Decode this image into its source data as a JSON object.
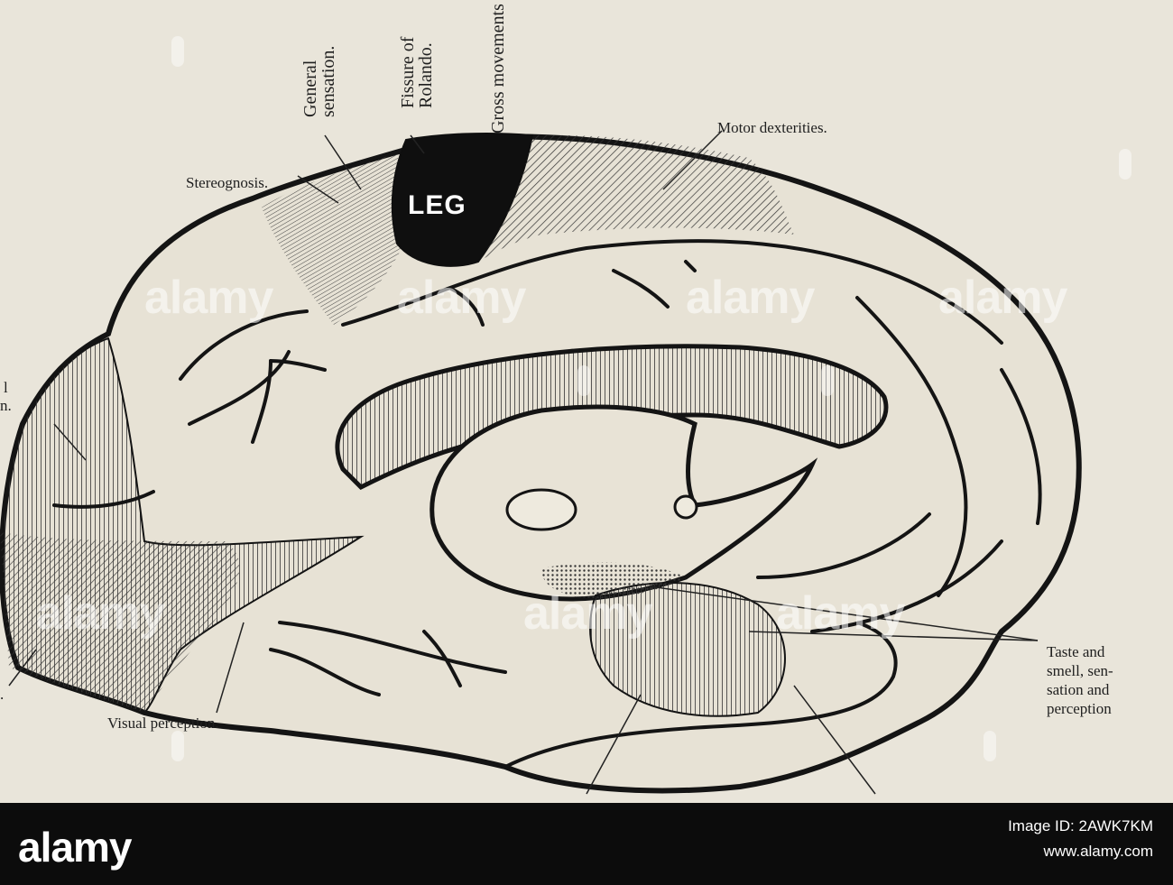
{
  "labels": {
    "general_sensation": "General sensation.",
    "fissure_of_rolando": "Fissure of Rolando.",
    "gross_movements": "Gross movements",
    "motor_dexterities": "Motor dexterities.",
    "stereognosis": "Stereognosis.",
    "leg": "LEG",
    "visual_partial_1": "l",
    "visual_partial_2": "n.",
    "left_edge_partial": ".",
    "taste_and_smell": [
      "Taste and",
      "smell, sen-",
      "sation and",
      "perception"
    ],
    "visual_perception": "Visual perception."
  },
  "watermark": {
    "text": "alamy"
  },
  "footer": {
    "logo": "alamy",
    "image_id_line": "Image ID: 2AWK7KM",
    "url": "www.alamy.com"
  },
  "colors": {
    "ink": "#1a1a1a",
    "paper": "#e9e5da",
    "footer_bg": "#0c0c0c"
  }
}
